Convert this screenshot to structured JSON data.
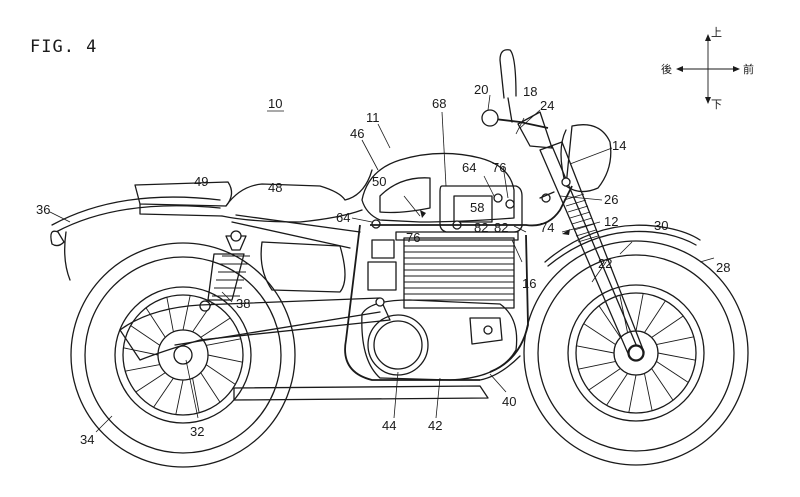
{
  "figure": {
    "title": "FIG. 4",
    "overall_reference": "10",
    "subject": "motorcycle side view"
  },
  "direction_indicator": {
    "up": "上",
    "down": "下",
    "front": "前",
    "rear": "後"
  },
  "reference_numerals": [
    {
      "id": "10",
      "text": "10"
    },
    {
      "id": "11",
      "text": "11"
    },
    {
      "id": "12",
      "text": "12"
    },
    {
      "id": "14",
      "text": "14"
    },
    {
      "id": "16",
      "text": "16"
    },
    {
      "id": "18",
      "text": "18"
    },
    {
      "id": "20",
      "text": "20"
    },
    {
      "id": "22",
      "text": "22"
    },
    {
      "id": "24",
      "text": "24"
    },
    {
      "id": "26",
      "text": "26"
    },
    {
      "id": "28",
      "text": "28"
    },
    {
      "id": "30",
      "text": "30"
    },
    {
      "id": "32",
      "text": "32"
    },
    {
      "id": "34",
      "text": "34"
    },
    {
      "id": "36",
      "text": "36"
    },
    {
      "id": "38",
      "text": "38"
    },
    {
      "id": "40",
      "text": "40"
    },
    {
      "id": "42",
      "text": "42"
    },
    {
      "id": "44",
      "text": "44"
    },
    {
      "id": "46",
      "text": "46"
    },
    {
      "id": "48",
      "text": "48"
    },
    {
      "id": "49",
      "text": "49"
    },
    {
      "id": "50",
      "text": "50"
    },
    {
      "id": "58",
      "text": "58"
    },
    {
      "id": "64a",
      "text": "64"
    },
    {
      "id": "64b",
      "text": "64"
    },
    {
      "id": "68",
      "text": "68"
    },
    {
      "id": "74",
      "text": "74"
    },
    {
      "id": "76a",
      "text": "76"
    },
    {
      "id": "76b",
      "text": "76"
    },
    {
      "id": "82a",
      "text": "82"
    },
    {
      "id": "82b",
      "text": "82"
    }
  ],
  "labels": {
    "n10": "10",
    "n11": "11",
    "n12": "12",
    "n14": "14",
    "n16": "16",
    "n18": "18",
    "n20": "20",
    "n22": "22",
    "n24": "24",
    "n26": "26",
    "n28": "28",
    "n30": "30",
    "n32": "32",
    "n34": "34",
    "n36": "36",
    "n38": "38",
    "n40": "40",
    "n42": "42",
    "n44": "44",
    "n46": "46",
    "n48": "48",
    "n49": "49",
    "n50": "50",
    "n58": "58",
    "n64a": "64",
    "n64b": "64",
    "n68": "68",
    "n74": "74",
    "n76a": "76",
    "n76b": "76",
    "n82a": "82",
    "n82b": "82"
  }
}
